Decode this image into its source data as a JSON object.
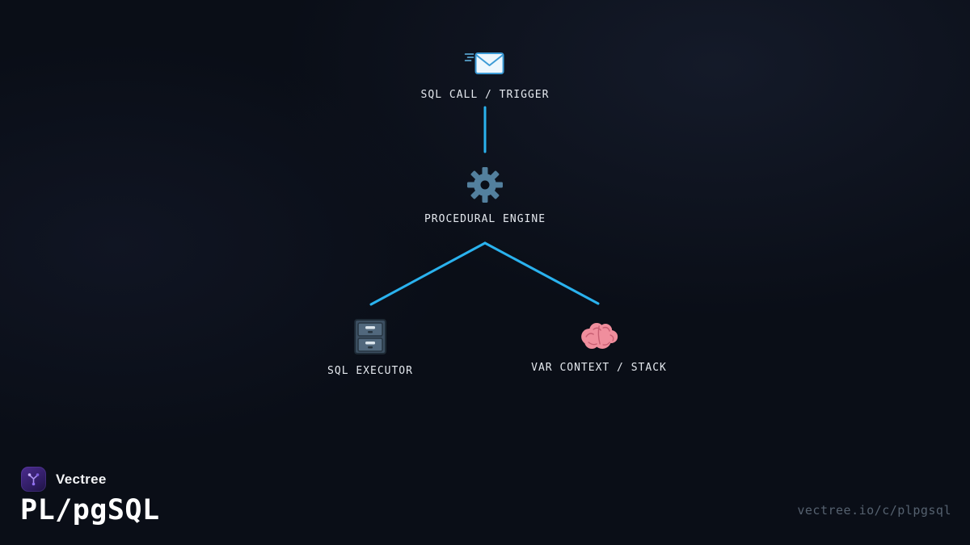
{
  "diagram": {
    "nodes": [
      {
        "id": "sql-call",
        "label": "SQL CALL / TRIGGER",
        "icon": "envelope-icon"
      },
      {
        "id": "procedural-engine",
        "label": "PROCEDURAL ENGINE",
        "icon": "gear-icon"
      },
      {
        "id": "sql-executor",
        "label": "SQL EXECUTOR",
        "icon": "file-cabinet-icon"
      },
      {
        "id": "var-context",
        "label": "VAR CONTEXT / STACK",
        "icon": "brain-icon"
      }
    ],
    "edges": [
      {
        "from": "sql-call",
        "to": "procedural-engine"
      },
      {
        "from": "procedural-engine",
        "to": "sql-executor"
      },
      {
        "from": "procedural-engine",
        "to": "var-context"
      }
    ],
    "line_color": "#2ab2ee"
  },
  "footer": {
    "brand": "Vectree",
    "title": "PL/pgSQL",
    "url": "vectree.io/c/plpgsql"
  },
  "colors": {
    "background": "#0a0e17",
    "label_text": "#e4e8ee",
    "url_text": "#55616f",
    "accent_line": "#2ab2ee",
    "logo_purple": "#4c2c8f"
  }
}
